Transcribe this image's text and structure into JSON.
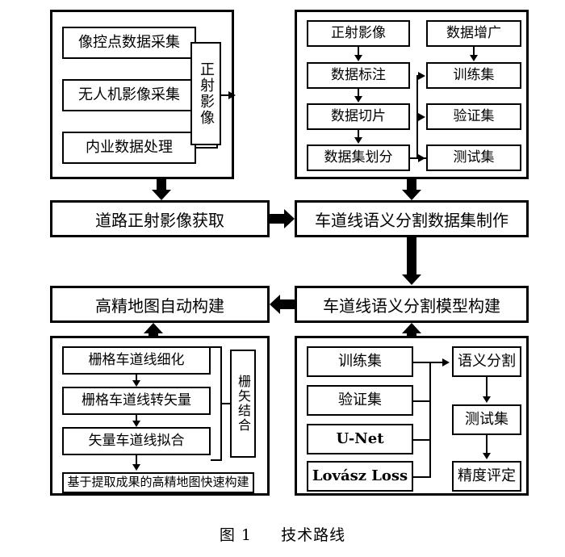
{
  "figure": {
    "caption_label": "图 1",
    "caption_title": "技术路线"
  },
  "colors": {
    "stroke": "#000000",
    "background": "#ffffff"
  },
  "groups": {
    "data_acquisition": {
      "name": "道路正射影像获取组",
      "nodes": [
        {
          "id": "gcp",
          "label": "像控点数据采集"
        },
        {
          "id": "uav",
          "label": "无人机影像采集"
        },
        {
          "id": "office",
          "label": "内业数据处理"
        }
      ],
      "output": {
        "id": "ortho",
        "label": "正射影像",
        "orientation": "vertical"
      }
    },
    "dataset_production": {
      "name": "车道线语义分割数据集制作组",
      "left_chain": [
        {
          "id": "ortho-image",
          "label": "正射影像"
        },
        {
          "id": "annotation",
          "label": "数据标注"
        },
        {
          "id": "slicing",
          "label": "数据切片"
        },
        {
          "id": "split",
          "label": "数据集划分"
        }
      ],
      "right_chain": [
        {
          "id": "augment",
          "label": "数据增广"
        },
        {
          "id": "train-set",
          "label": "训练集"
        },
        {
          "id": "val-set",
          "label": "验证集"
        },
        {
          "id": "test-set",
          "label": "测试集"
        }
      ]
    },
    "map_construction": {
      "name": "高精地图自动构建组",
      "chain": [
        {
          "id": "raster-thin",
          "label": "栅格车道线细化"
        },
        {
          "id": "raster-to-vector",
          "label": "栅格车道线转矢量"
        },
        {
          "id": "vector-fit",
          "label": "矢量车道线拟合"
        }
      ],
      "side": {
        "id": "raster-vector-combine",
        "label": "栅矢结合",
        "orientation": "vertical"
      },
      "result": {
        "id": "fast-map-build",
        "label": "基于提取成果的高精地图快速构建"
      }
    },
    "model_construction": {
      "name": "车道线语义分割模型构建组",
      "inputs": [
        {
          "id": "m-train-set",
          "label": "训练集"
        },
        {
          "id": "m-val-set",
          "label": "验证集"
        },
        {
          "id": "m-unet",
          "label": "U-Net"
        },
        {
          "id": "m-loss",
          "label": "Lovász Loss"
        }
      ],
      "pipeline": [
        {
          "id": "semantic-seg",
          "label": "语义分割"
        },
        {
          "id": "m-test-set",
          "label": "测试集"
        },
        {
          "id": "accuracy-eval",
          "label": "精度评定"
        }
      ]
    }
  },
  "stage_bars": [
    {
      "id": "stage-ortho-acquire",
      "label": "道路正射影像获取"
    },
    {
      "id": "stage-dataset-make",
      "label": "车道线语义分割数据集制作"
    },
    {
      "id": "stage-hd-map-build",
      "label": "高精地图自动构建"
    },
    {
      "id": "stage-model-build",
      "label": "车道线语义分割模型构建"
    }
  ]
}
